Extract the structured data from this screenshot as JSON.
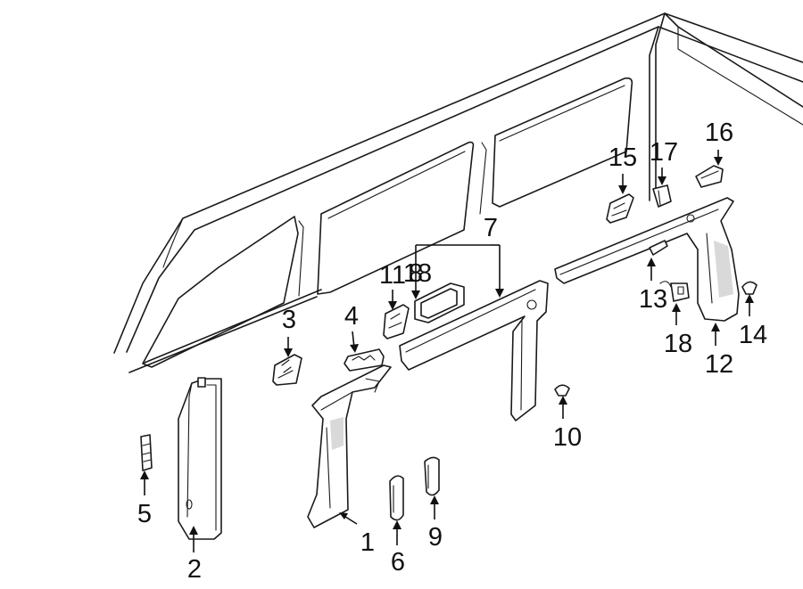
{
  "diagram": {
    "callouts": [
      {
        "id": "1",
        "text": "1"
      },
      {
        "id": "2",
        "text": "2"
      },
      {
        "id": "3",
        "text": "3"
      },
      {
        "id": "4",
        "text": "4"
      },
      {
        "id": "5",
        "text": "5"
      },
      {
        "id": "6",
        "text": "6"
      },
      {
        "id": "7",
        "text": "7"
      },
      {
        "id": "8",
        "text": "8"
      },
      {
        "id": "9",
        "text": "9"
      },
      {
        "id": "10",
        "text": "10"
      },
      {
        "id": "11",
        "text": "11"
      },
      {
        "id": "12",
        "text": "12"
      },
      {
        "id": "13",
        "text": "13"
      },
      {
        "id": "14",
        "text": "14"
      },
      {
        "id": "15",
        "text": "15"
      },
      {
        "id": "16",
        "text": "16"
      },
      {
        "id": "17",
        "text": "17"
      },
      {
        "id": "18a",
        "text": "18"
      },
      {
        "id": "18b",
        "text": "18"
      }
    ]
  },
  "colors": {
    "line": "#1a1a1a",
    "background": "#ffffff"
  }
}
